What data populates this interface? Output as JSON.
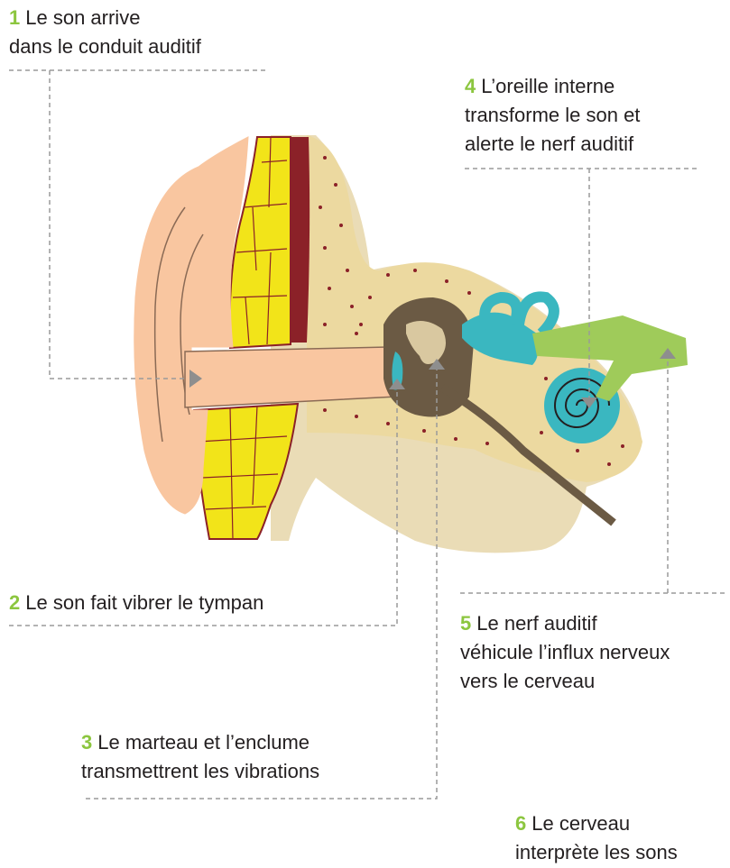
{
  "labels": [
    {
      "number": "1",
      "lines": [
        "Le son arrive",
        "dans le conduit auditif"
      ]
    },
    {
      "number": "2",
      "lines": [
        "Le son fait vibrer le tympan"
      ]
    },
    {
      "number": "3",
      "lines": [
        "Le marteau et l’enclume",
        "transmettrent les vibrations"
      ]
    },
    {
      "number": "4",
      "lines": [
        "L’oreille interne",
        "transforme le son et",
        "alerte le nerf auditif"
      ]
    },
    {
      "number": "5",
      "lines": [
        "Le nerf auditif",
        "véhicule l’influx nerveux",
        "vers le cerveau"
      ]
    },
    {
      "number": "6",
      "lines": [
        "Le cerveau",
        "interprète les sons"
      ]
    }
  ],
  "colors": {
    "skin": "#f9c6a0",
    "skin_line": "#8a6a55",
    "bone": "#ecd9a0",
    "bone_dots": "#8b2128",
    "cartilage": "#f2e419",
    "cartilage_line": "#8b2128",
    "muscle": "#8b2128",
    "tissue": "#eadcb6",
    "middle_ear": "#6b5a44",
    "middle_ear_light": "#d9c8a0",
    "inner_ear": "#3ab7c0",
    "nerve": "#9fcb5a",
    "accent_number": "#8cc63f",
    "guide_line": "#9a9a9a",
    "arrow": "#8e8e8e"
  },
  "icons": [
    "ear-anatomy-diagram"
  ]
}
